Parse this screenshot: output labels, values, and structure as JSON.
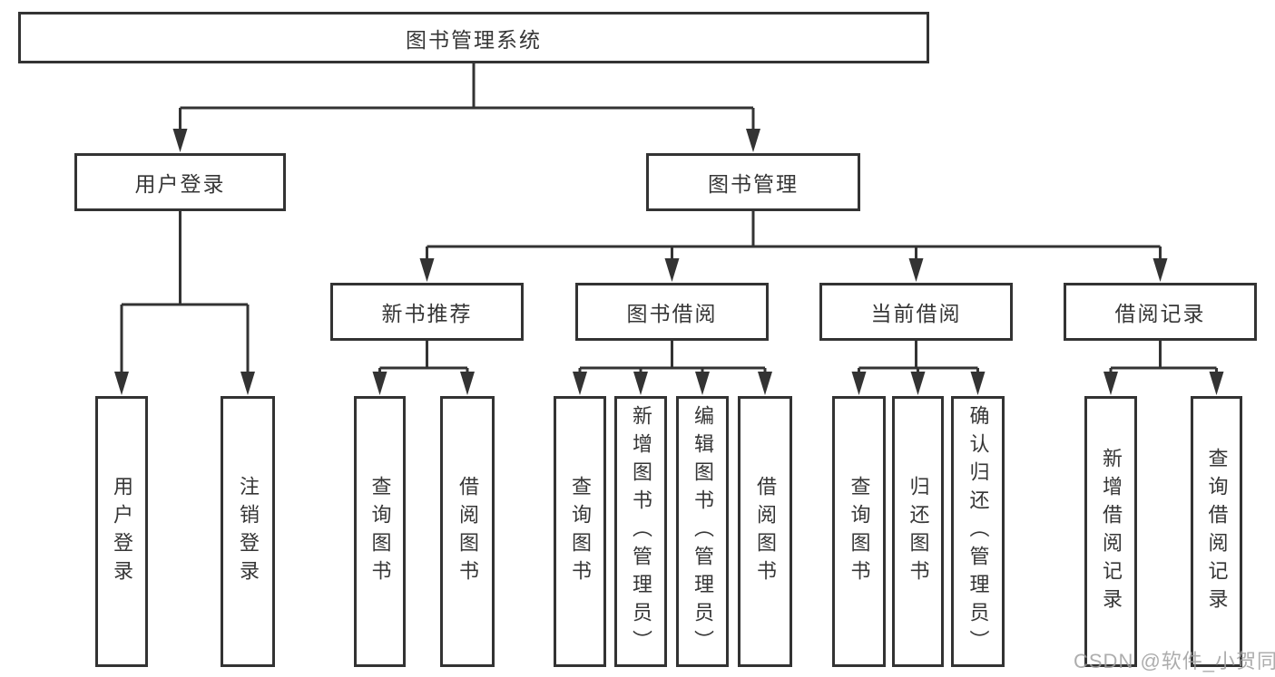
{
  "colors": {
    "line": "#333333",
    "node_border": "#333333",
    "node_text": "#363636",
    "background": "#ffffff",
    "watermark_text_color": "#9f9f9f"
  },
  "watermark": {
    "text": "CSDN @软件_小贺同学"
  },
  "diagram": {
    "root": {
      "label": "图书管理系统"
    },
    "branches": [
      {
        "label": "用户登录",
        "children": [
          {
            "label": "用户登录"
          },
          {
            "label": "注销登录"
          }
        ]
      },
      {
        "label": "图书管理",
        "children": [
          {
            "label": "新书推荐",
            "children": [
              {
                "label": "查询图书"
              },
              {
                "label": "借阅图书"
              }
            ]
          },
          {
            "label": "图书借阅",
            "children": [
              {
                "label": "查询图书"
              },
              {
                "label": "新增图书（管理员）"
              },
              {
                "label": "编辑图书（管理员）"
              },
              {
                "label": "借阅图书"
              }
            ]
          },
          {
            "label": "当前借阅",
            "children": [
              {
                "label": "查询图书"
              },
              {
                "label": "归还图书"
              },
              {
                "label": "确认归还（管理员）"
              }
            ]
          },
          {
            "label": "借阅记录",
            "children": [
              {
                "label": "新增借阅记录"
              },
              {
                "label": "查询借阅记录"
              }
            ]
          }
        ]
      }
    ]
  }
}
